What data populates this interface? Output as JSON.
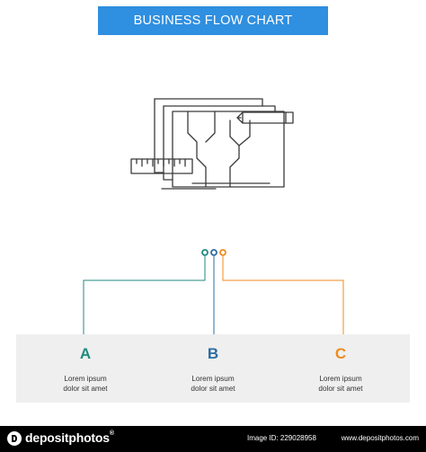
{
  "title": "BUSINESS FLOW CHART",
  "colors": {
    "title_bg": "#2f8fe0",
    "step_a": "#1f8a7f",
    "step_b": "#2c6da3",
    "step_c": "#f08a1c",
    "icon_stroke": "#3a3a3a",
    "card_bg": "#efefef"
  },
  "icon": "architecture-blueprint-icon",
  "steps": [
    {
      "letter": "A",
      "text": "Lorem ipsum\ndolor sit amet"
    },
    {
      "letter": "B",
      "text": "Lorem ipsum\ndolor sit amet"
    },
    {
      "letter": "C",
      "text": "Lorem ipsum\ndolor sit amet"
    }
  ],
  "footer": {
    "brand": "depositphotos",
    "image_id": "Image ID: 229028958",
    "site": "www.depositphotos.com"
  }
}
